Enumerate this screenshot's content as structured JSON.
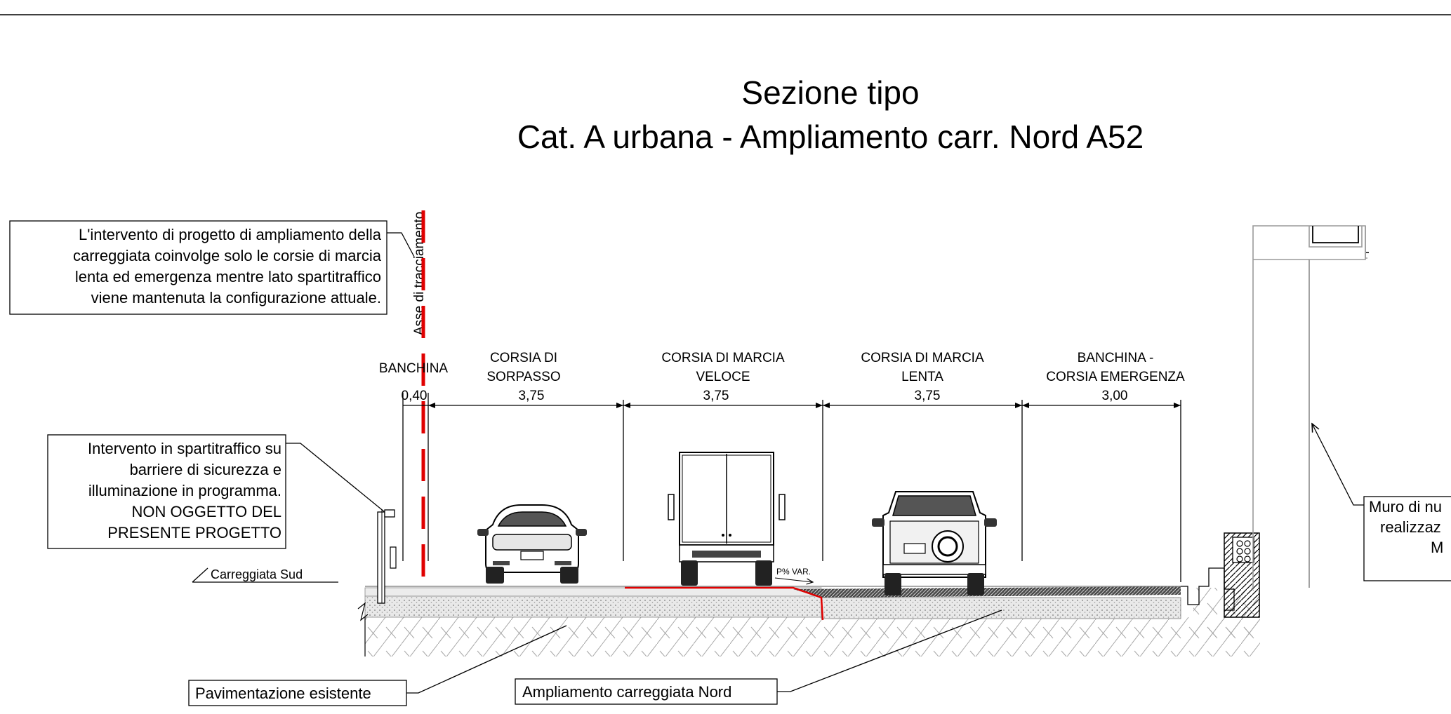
{
  "title": {
    "line1": "Sezione tipo",
    "line2": "Cat. A urbana - Ampliamento carr. Nord A52"
  },
  "notes": {
    "intervento_progetto": [
      "L'intervento di progetto di ampliamento della",
      "carreggiata coinvolge solo le corsie di marcia",
      "lenta ed emergenza mentre lato spartitraffico",
      "viene mantenuta la configurazione attuale."
    ],
    "spartitraffico": [
      "Intervento in spartitraffico su",
      "barriere di sicurezza e",
      "illuminazione in programma.",
      "NON OGGETTO DEL",
      "PRESENTE PROGETTO"
    ],
    "muro": [
      "Muro di nu",
      "realizzaz",
      "M"
    ],
    "pavimentazione": "Pavimentazione esistente",
    "ampliamento": "Ampliamento carreggiata Nord",
    "carreggiata_sud": "Carreggiata Sud",
    "asse": "Asse di tracciamento",
    "slope": "P% VAR."
  },
  "lanes": [
    {
      "name": [
        "BANCHINA"
      ],
      "width": "0,40"
    },
    {
      "name": [
        "CORSIA DI",
        "SORPASSO"
      ],
      "width": "3,75"
    },
    {
      "name": [
        "CORSIA DI MARCIA",
        "VELOCE"
      ],
      "width": "3,75"
    },
    {
      "name": [
        "CORSIA DI MARCIA",
        "LENTA"
      ],
      "width": "3,75"
    },
    {
      "name": [
        "BANCHINA -",
        "CORSIA EMERGENZA"
      ],
      "width": "3,00"
    }
  ],
  "colors": {
    "line": "#000000",
    "axis_red": "#e00000",
    "structure_grey": "#9a9a9a"
  }
}
